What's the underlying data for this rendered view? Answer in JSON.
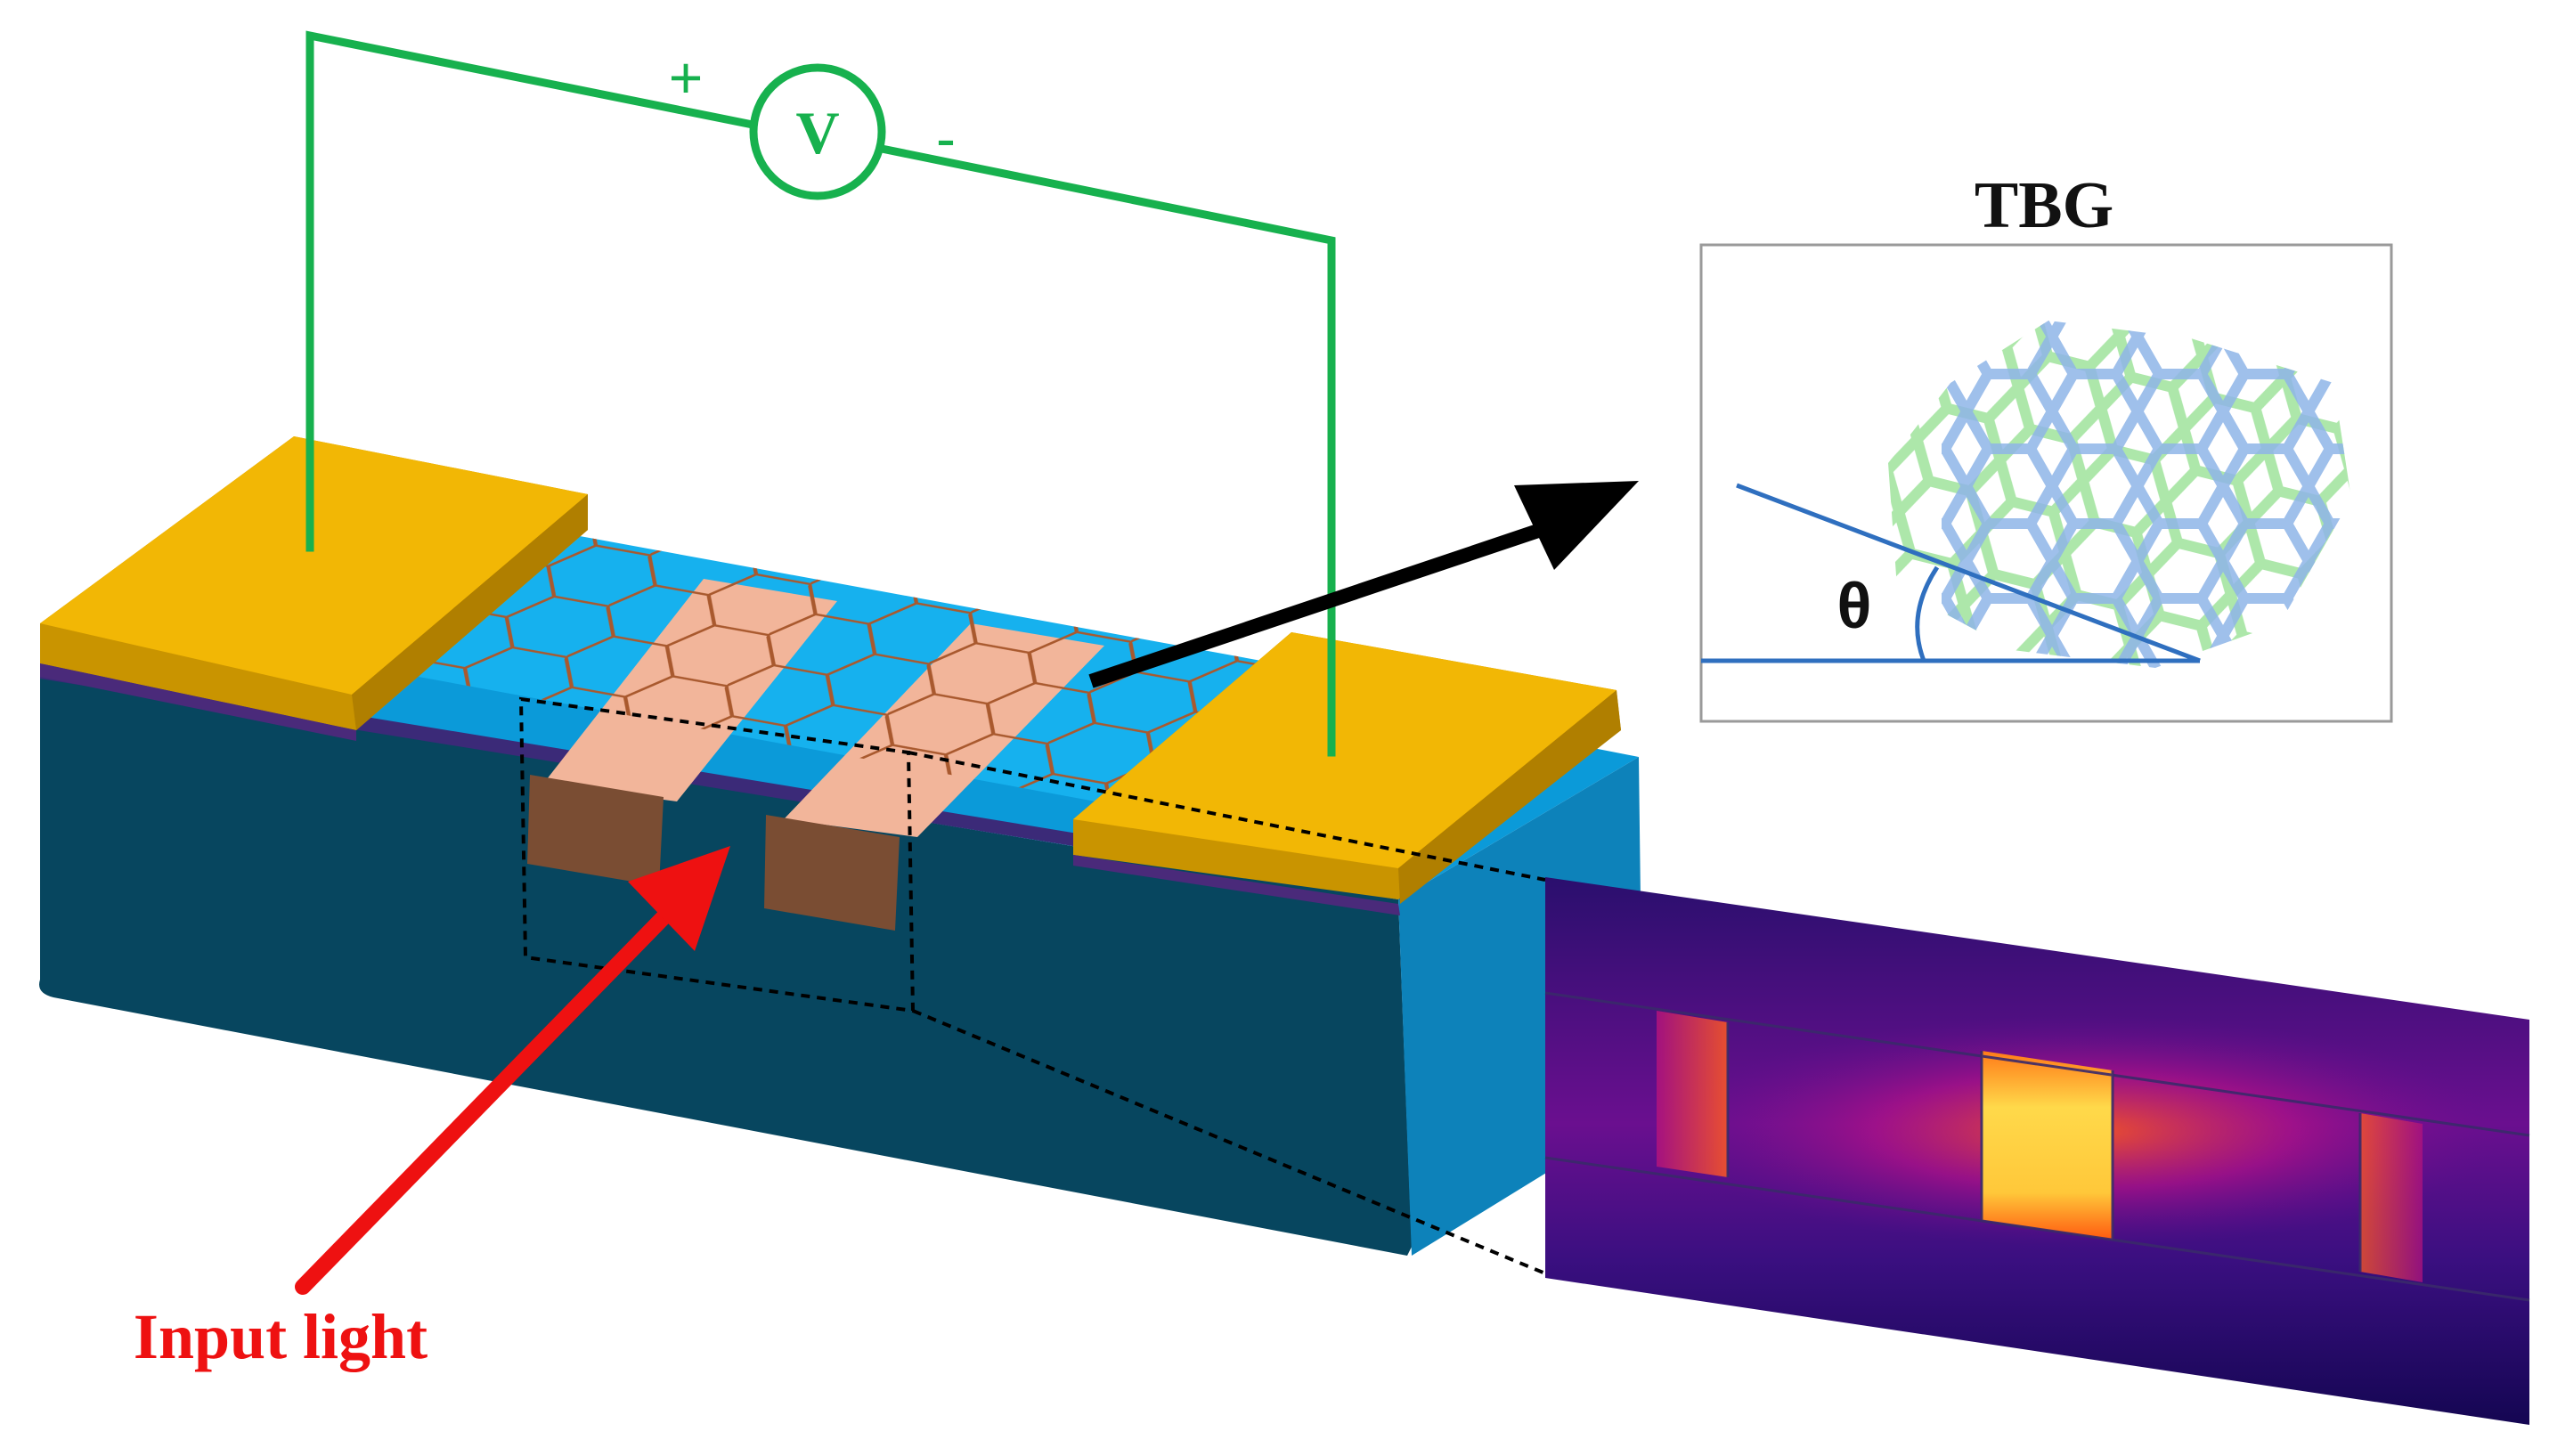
{
  "voltmeter": {
    "symbol": "V",
    "plus_sign": "+",
    "minus_sign": "-"
  },
  "inset": {
    "title": "TBG",
    "angle_symbol": "θ"
  },
  "input_label": "Input light",
  "colors": {
    "wire_green": "#17b14e",
    "gold_electrode": "#f2b705",
    "gold_edge": "#c99400",
    "waveguide_top": "#0b9ad9",
    "waveguide_front": "#07465f",
    "waveguide_side": "#0d7fb6",
    "graphene_blue": "#16b1ee",
    "graphene_salmon": "#f2b59a",
    "hex_line_brown": "#a9592e",
    "ridge_brown": "#7a4d33",
    "arrow_red": "#ee1111",
    "arrow_black": "#000000",
    "lattice_blue": "#8eb5e8",
    "lattice_green": "#8fdc8c",
    "field_low": "#1b0a5a",
    "field_mid": "#9b0f8e",
    "field_high": "#ffd94a"
  }
}
